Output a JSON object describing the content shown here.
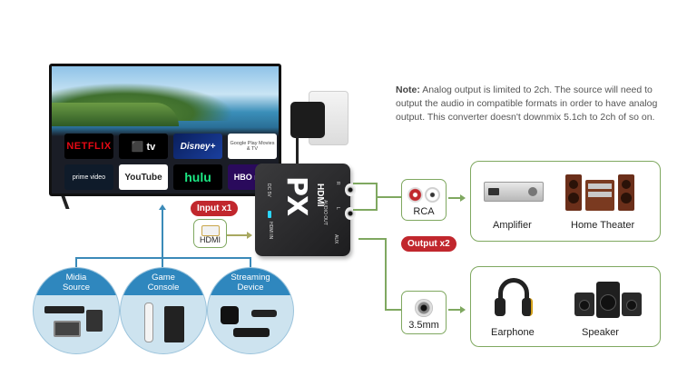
{
  "tv": {
    "apps": [
      "NETFLIX",
      "⬛ tv",
      "Disney+",
      "Google Play Movies & TV",
      "prime video",
      "YouTube",
      "hulu",
      "HBO max"
    ]
  },
  "converter": {
    "logo": "PX",
    "model_word": "HDMI",
    "port_labels": [
      "DC 5V",
      "HDMI IN",
      "AUX",
      "R",
      "L",
      "AUDIO OUT"
    ]
  },
  "input_badge": "Input x1",
  "output_badge": "Output x2",
  "ports": {
    "hdmi": "HDMI",
    "rca": "RCA",
    "jack": "3.5mm"
  },
  "note": {
    "prefix": "Note:",
    "text": "Analog output is limited to 2ch. The source will need to output the audio in compatible formats in order to have analog output. This converter doesn't downmix 5.1ch to 2ch of so on."
  },
  "outputs": {
    "top": [
      "Amplifier",
      "Home Theater"
    ],
    "bottom": [
      "Earphone",
      "Speaker"
    ]
  },
  "sources": [
    {
      "line1": "Midia",
      "line2": "Source"
    },
    {
      "line1": "Game",
      "line2": "Console"
    },
    {
      "line1": "Streaming",
      "line2": "Device"
    }
  ],
  "colors": {
    "badge_red": "#c1272d",
    "line_green": "#7fa860",
    "line_blue": "#3b8ab8",
    "source_blue": "#2f87be"
  }
}
